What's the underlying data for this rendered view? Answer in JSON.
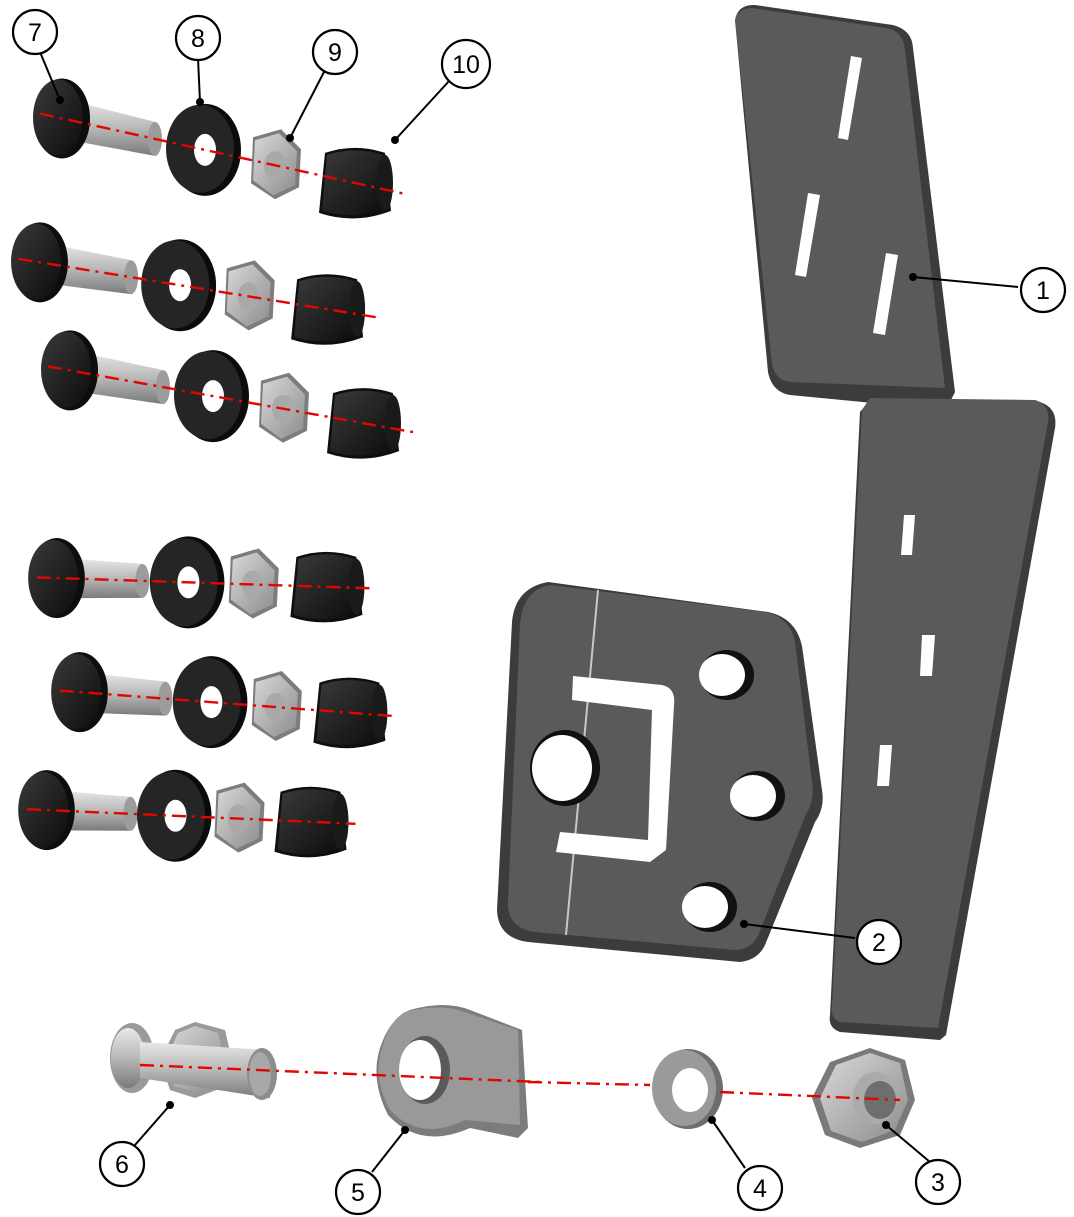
{
  "callouts": [
    {
      "id": "1",
      "label": "1"
    },
    {
      "id": "2",
      "label": "2"
    },
    {
      "id": "3",
      "label": "3"
    },
    {
      "id": "4",
      "label": "4"
    },
    {
      "id": "5",
      "label": "5"
    },
    {
      "id": "6",
      "label": "6"
    },
    {
      "id": "7",
      "label": "7"
    },
    {
      "id": "8",
      "label": "8"
    },
    {
      "id": "9",
      "label": "9"
    },
    {
      "id": "10",
      "label": "10"
    }
  ],
  "colors": {
    "axis_line": "#e10600",
    "rubber": "#222222",
    "plate": "#5a5a5a",
    "metal": "#bfbfbf"
  }
}
